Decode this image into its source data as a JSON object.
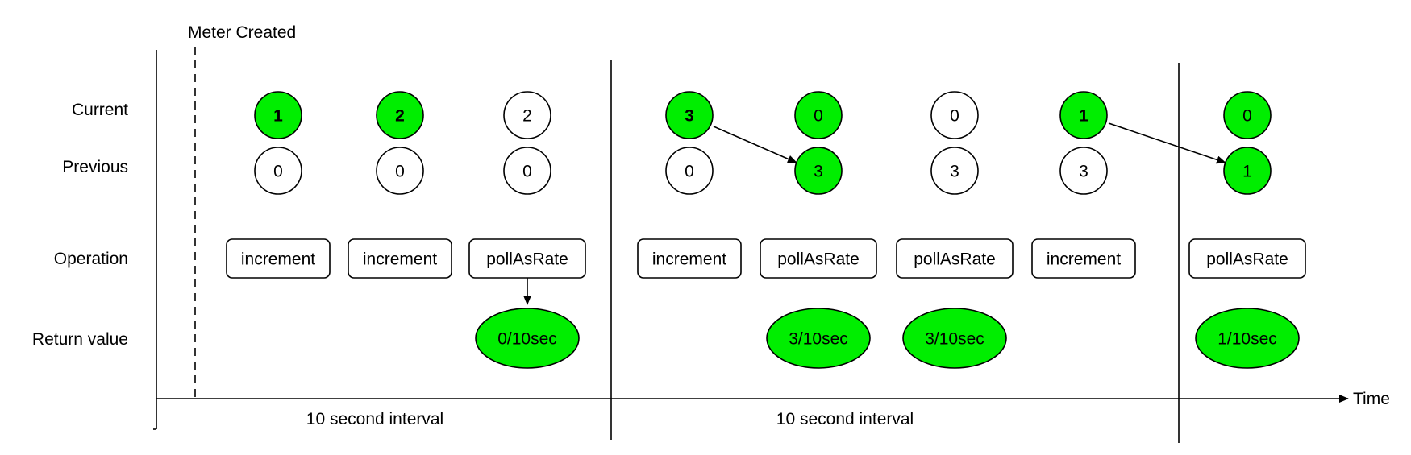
{
  "title": "Meter Created",
  "row_labels": {
    "current": "Current",
    "previous": "Previous",
    "operation": "Operation",
    "return_value": "Return value"
  },
  "axis_label": "Time",
  "intervals": [
    "10 second interval",
    "10 second interval"
  ],
  "steps": [
    {
      "current": "1",
      "previous": "0",
      "operation": "increment",
      "current_highlight": true,
      "previous_highlight": false,
      "return_value": null
    },
    {
      "current": "2",
      "previous": "0",
      "operation": "increment",
      "current_highlight": true,
      "previous_highlight": false,
      "return_value": null
    },
    {
      "current": "2",
      "previous": "0",
      "operation": "pollAsRate",
      "current_highlight": false,
      "previous_highlight": false,
      "return_value": "0/10sec"
    },
    {
      "current": "3",
      "previous": "0",
      "operation": "increment",
      "current_highlight": true,
      "previous_highlight": false,
      "return_value": null
    },
    {
      "current": "0",
      "previous": "3",
      "operation": "pollAsRate",
      "current_highlight": true,
      "previous_highlight": true,
      "return_value": "3/10sec"
    },
    {
      "current": "0",
      "previous": "3",
      "operation": "pollAsRate",
      "current_highlight": false,
      "previous_highlight": false,
      "return_value": "3/10sec"
    },
    {
      "current": "1",
      "previous": "3",
      "operation": "increment",
      "current_highlight": true,
      "previous_highlight": false,
      "return_value": null
    },
    {
      "current": "0",
      "previous": "1",
      "operation": "pollAsRate",
      "current_highlight": true,
      "previous_highlight": true,
      "return_value": "1/10sec"
    }
  ],
  "colors": {
    "highlight": "#00ee00",
    "stroke": "#000000",
    "background": "#ffffff"
  }
}
